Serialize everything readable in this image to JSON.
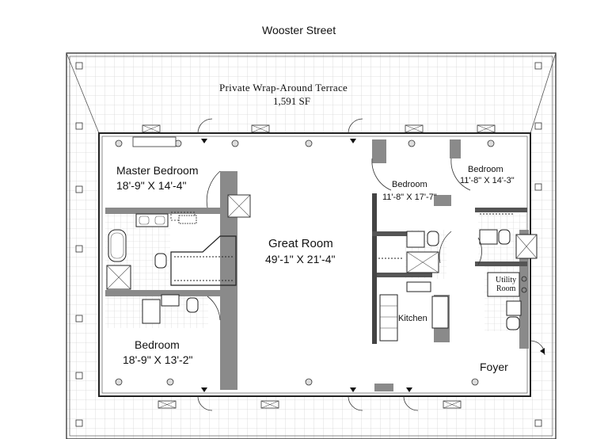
{
  "street": "Wooster Street",
  "terrace": {
    "name": "Private Wrap-Around Terrace",
    "area": "1,591 SF"
  },
  "rooms": {
    "master_bedroom": {
      "name": "Master Bedroom",
      "dims": "18'-9\" X 14'-4\""
    },
    "great_room": {
      "name": "Great Room",
      "dims": "49'-1\" X 21'-4\""
    },
    "bedroom_1": {
      "name": "Bedroom",
      "dims": "18'-9\" X 13'-2\""
    },
    "bedroom_2": {
      "name": "Bedroom",
      "dims": "11'-8\" X 17'-7\""
    },
    "bedroom_3": {
      "name": "Bedroom",
      "dims": "11'-8\" X 14'-3\""
    },
    "kitchen": {
      "name": "Kitchen"
    },
    "utility_room": {
      "line1": "Utility",
      "line2": "Room"
    },
    "foyer": {
      "name": "Foyer"
    }
  },
  "colors": {
    "wall": "#8a8a8a",
    "wall_dark": "#555555",
    "grid": "#d2d2d2",
    "line": "#222222"
  }
}
